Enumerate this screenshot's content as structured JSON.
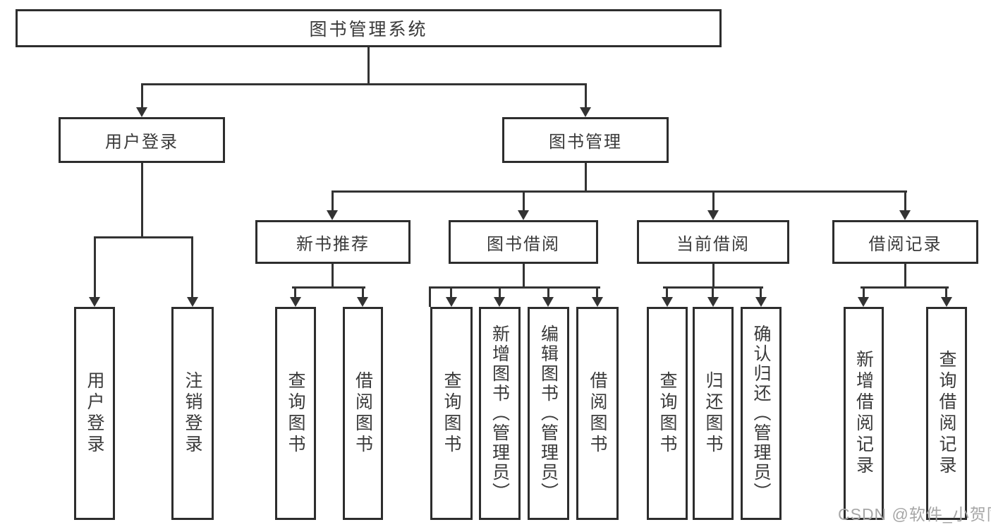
{
  "diagram": {
    "root": {
      "label": "图书管理系统"
    },
    "level2": [
      {
        "id": "user-login",
        "label": "用户登录"
      },
      {
        "id": "book-management",
        "label": "图书管理"
      }
    ],
    "level3": [
      {
        "id": "new-book-recommendation",
        "label": "新书推荐",
        "parent": "图书管理"
      },
      {
        "id": "book-borrowing",
        "label": "图书借阅",
        "parent": "图书管理"
      },
      {
        "id": "current-borrowing",
        "label": "当前借阅",
        "parent": "图书管理"
      },
      {
        "id": "borrowing-records",
        "label": "借阅记录",
        "parent": "图书管理"
      }
    ],
    "leaves": [
      {
        "id": "user-login-action",
        "label": "用户登录",
        "parent": "用户登录"
      },
      {
        "id": "logout",
        "label": "注销登录",
        "parent": "用户登录"
      },
      {
        "id": "query-books-recommend",
        "label": "查询图书",
        "parent": "新书推荐"
      },
      {
        "id": "borrow-books-recommend",
        "label": "借阅图书",
        "parent": "新书推荐"
      },
      {
        "id": "query-books-borrowing",
        "label": "查询图书",
        "parent": "图书借阅"
      },
      {
        "id": "add-books-admin",
        "label": "新增图书（管理员）",
        "parent": "图书借阅"
      },
      {
        "id": "edit-books-admin",
        "label": "编辑图书（管理员）",
        "parent": "图书借阅"
      },
      {
        "id": "borrow-books-borrowing",
        "label": "借阅图书",
        "parent": "图书借阅"
      },
      {
        "id": "query-books-current",
        "label": "查询图书",
        "parent": "当前借阅"
      },
      {
        "id": "return-books",
        "label": "归还图书",
        "parent": "当前借阅"
      },
      {
        "id": "confirm-return-admin",
        "label": "确认归还（管理员）",
        "parent": "当前借阅"
      },
      {
        "id": "add-borrow-record",
        "label": "新增借阅记录",
        "parent": "借阅记录"
      },
      {
        "id": "query-borrow-record",
        "label": "查询借阅记录",
        "parent": "借阅记录"
      }
    ],
    "colors": {
      "line": "#333333",
      "box_border": "#2d2d2d",
      "box_background": "#ffffff",
      "text": "#3a3a3a"
    }
  },
  "watermark": {
    "text": "CSDN @软件_小贺同学",
    "color": "#a6a6a6"
  }
}
